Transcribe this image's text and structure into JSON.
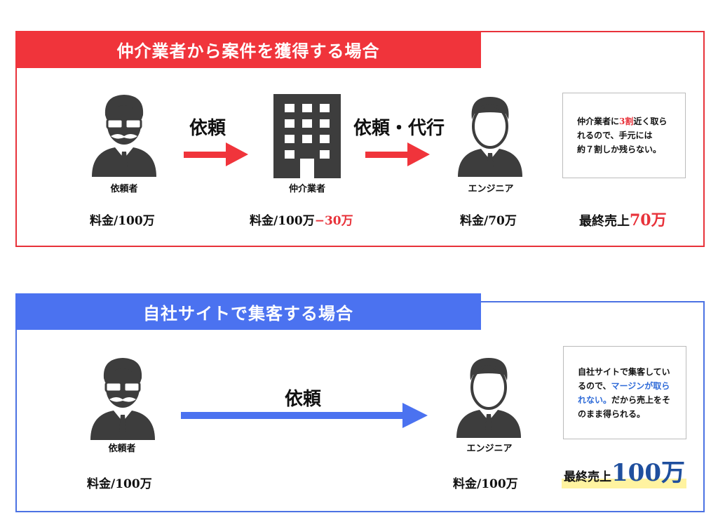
{
  "colors": {
    "red": "#f0343b",
    "blue": "#4b72f0",
    "icon": "#3d3d3d",
    "highlight": "#fff3a0",
    "blue_text": "#2f6bd8"
  },
  "section1": {
    "title": "仲介業者から案件を獲得する場合",
    "client_label": "依頼者",
    "agency_label": "仲介業者",
    "engineer_label": "エンジニア",
    "action1": "依頼",
    "action2": "依頼・代行",
    "fee_client": "料金/100万",
    "fee_agency_main": "料金/100万",
    "fee_agency_minus": "−30万",
    "fee_engineer": "料金/70万",
    "note_line1_a": "仲介業者に",
    "note_line1_b": "3割",
    "note_line1_c": "近く取ら",
    "note_line2": "れるので、手元には",
    "note_line3": "約７割しか残らない。",
    "final_prefix": "最終売上",
    "final_value": "70万"
  },
  "section2": {
    "title": "自社サイトで集客する場合",
    "client_label": "依頼者",
    "engineer_label": "エンジニア",
    "action1": "依頼",
    "fee_client": "料金/100万",
    "fee_engineer": "料金/100万",
    "note_line1": "自社サイトで集客してい",
    "note_line2_a": "るので、",
    "note_line2_b": "マージンが取ら",
    "note_line3_a": "れない。",
    "note_line3_b": "だから売上をそ",
    "note_line4": "のまま得られる。",
    "final_prefix": "最終売上",
    "final_value": "100万"
  }
}
